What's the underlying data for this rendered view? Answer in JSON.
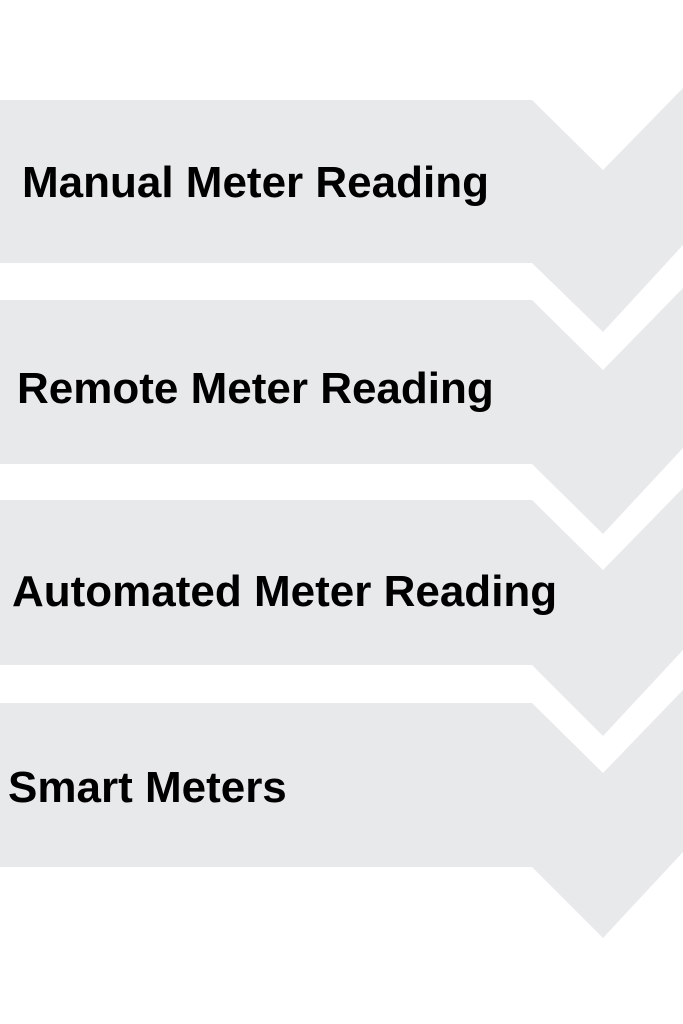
{
  "colors": {
    "background": "#ffffff",
    "shape_fill": "#e8e9eb",
    "text": "#000000"
  },
  "steps": [
    {
      "label": "Manual Meter Reading"
    },
    {
      "label": "Remote Meter Reading"
    },
    {
      "label": "Automated Meter Reading"
    },
    {
      "label": "Smart Meters"
    }
  ]
}
